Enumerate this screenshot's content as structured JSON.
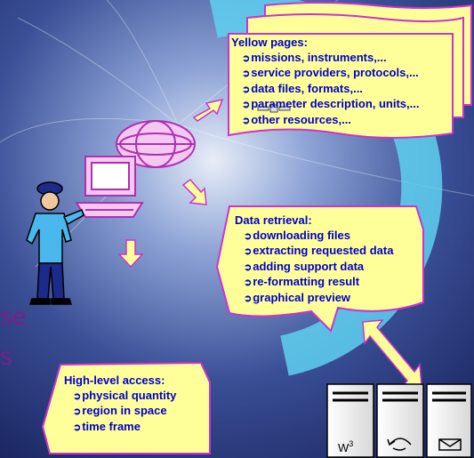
{
  "yellow_pages": {
    "title": "Yellow pages:",
    "items": [
      "missions, instruments,...",
      "service providers, protocols,...",
      "data files, formats,...",
      "parameter description, units,...",
      "other resources,..."
    ]
  },
  "data_retrieval": {
    "title": "Data retrieval:",
    "items": [
      "downloading files",
      "extracting requested data",
      "adding support data",
      "re-formatting result",
      "graphical preview"
    ]
  },
  "high_level_access": {
    "title": "High-level access:",
    "items": [
      "physical quantity",
      "region in space",
      "time frame"
    ]
  },
  "side_text": [
    "se",
    "s"
  ],
  "server_label": "W",
  "server_label_sup": "3",
  "colors": {
    "callout_fill": "#ffff99",
    "callout_stroke": "#cc33cc",
    "text": "#0000cc",
    "arrow_fill": "#ffff99",
    "background": "#1c2c66"
  }
}
